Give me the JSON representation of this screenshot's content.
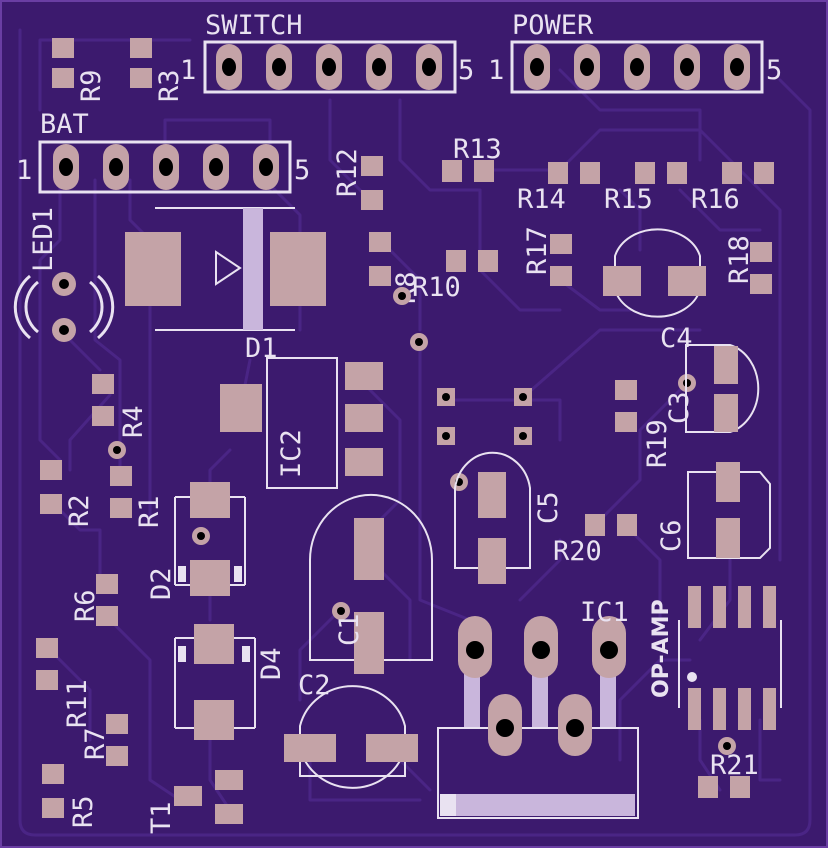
{
  "board": {
    "background": "#3c1a6e",
    "trace_color": "#4a2585",
    "silk_color": "#e9e2f1",
    "pad_color": "#c4a3a7"
  },
  "headers": {
    "switch": {
      "label": "SWITCH",
      "pin_start": "1",
      "pin_end": "5"
    },
    "power": {
      "label": "POWER",
      "pin_start": "1",
      "pin_end": "5"
    },
    "bat": {
      "label": "BAT",
      "pin_start": "1",
      "pin_end": "5"
    }
  },
  "refs": {
    "r1": "R1",
    "r2": "R2",
    "r3": "R3",
    "r4": "R4",
    "r5": "R5",
    "r6": "R6",
    "r7": "R7",
    "r8": "R8",
    "r9": "R9",
    "r10": "R10",
    "r11": "R11",
    "r12": "R12",
    "r13": "R13",
    "r14": "R14",
    "r15": "R15",
    "r16": "R16",
    "r17": "R17",
    "r18": "R18",
    "r19": "R19",
    "r20": "R20",
    "r21": "R21",
    "c1": "C1",
    "c2": "C2",
    "c3": "C3",
    "c4": "C4",
    "c5": "C5",
    "c6": "C6",
    "d1": "D1",
    "d2": "D2",
    "d4": "D4",
    "ic1": "IC1",
    "ic2": "IC2",
    "led1": "LED1",
    "t1": "T1",
    "opamp": "OP-AMP"
  }
}
